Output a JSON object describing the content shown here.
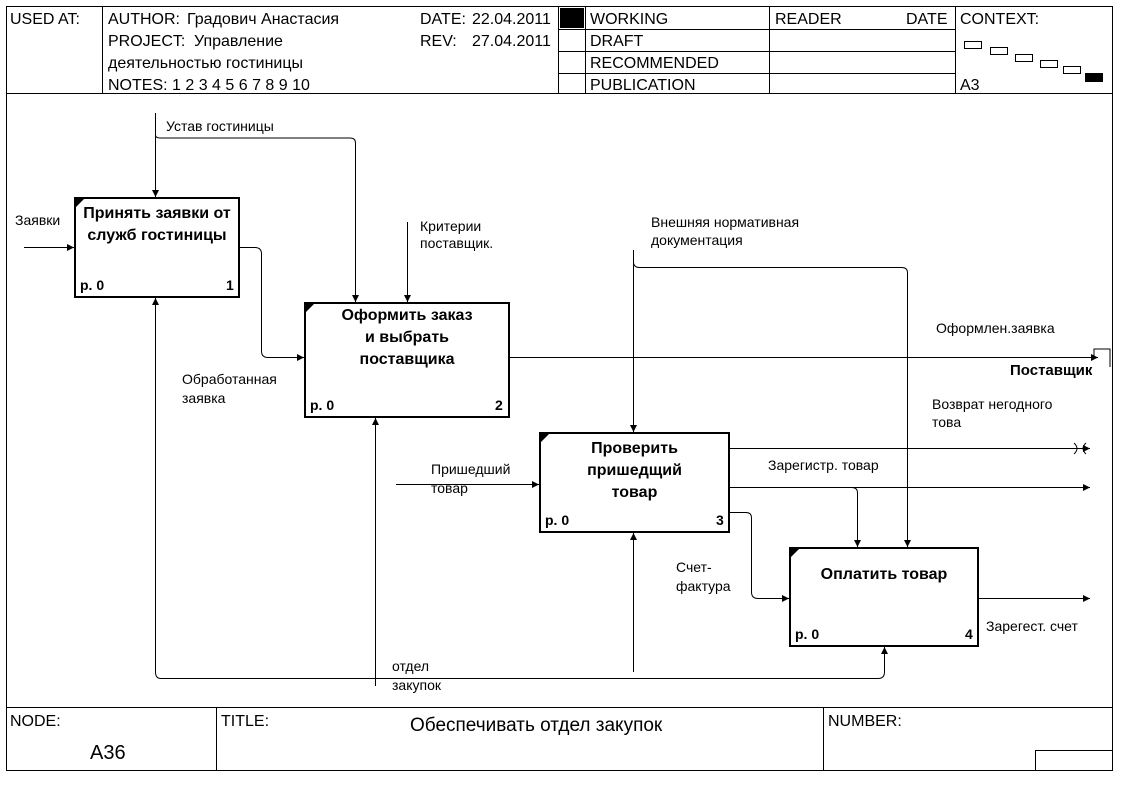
{
  "header": {
    "used_at": "USED AT:",
    "author_label": "AUTHOR:",
    "author": "Градович Анастасия",
    "project_label": "PROJECT:",
    "project_line1": "Управление",
    "project_line2": "деятельностью гостиницы",
    "notes": "NOTES:  1  2  3  4  5  6  7  8  9  10",
    "date_label": "DATE:",
    "date": "22.04.2011",
    "rev_label": "REV:",
    "rev": "27.04.2011",
    "status": [
      "WORKING",
      "DRAFT",
      "RECOMMENDED",
      "PUBLICATION"
    ],
    "reader": "READER",
    "reader_date": "DATE",
    "context": "CONTEXT:",
    "context_node": "A3"
  },
  "boxes": [
    {
      "id": "1",
      "title": "Принять заявки от служб гостиницы",
      "ref": "р. 0",
      "num": "1"
    },
    {
      "id": "2",
      "title": "Оформить заказ и выбрать поставщика",
      "ref": "р. 0",
      "num": "2"
    },
    {
      "id": "3",
      "title": "Проверить пришедщий товар",
      "ref": "р. 0",
      "num": "3"
    },
    {
      "id": "4",
      "title": "Оплатить товар",
      "ref": "р. 0",
      "num": "4"
    }
  ],
  "arrows": {
    "ustav": "Устав гостиницы",
    "zayavki": "Заявки",
    "kriterii_1": "Критерии",
    "kriterii_2": "поставщик.",
    "vneshn_1": "Внешняя нормативная",
    "vneshn_2": "документация",
    "oformlen": "Оформлен.заявка",
    "postavshik": "Поставщик",
    "obrabot_1": "Обработанная",
    "obrabot_2": "заявка",
    "vozvrat_1": "Возврат негодного",
    "vozvrat_2": "това",
    "prished_1": "Пришедший",
    "prished_2": "товар",
    "zaregistr": "Зарегистр. товар",
    "schet_1": "Счет-",
    "schet_2": "фактура",
    "zaregest": "Зарегест. счет",
    "otdel_1": "отдел",
    "otdel_2": "закупок"
  },
  "footer": {
    "node_label": "NODE:",
    "node": "A36",
    "title_label": "TITLE:",
    "title": "Обеспечивать отдел закупок",
    "number_label": "NUMBER:"
  }
}
